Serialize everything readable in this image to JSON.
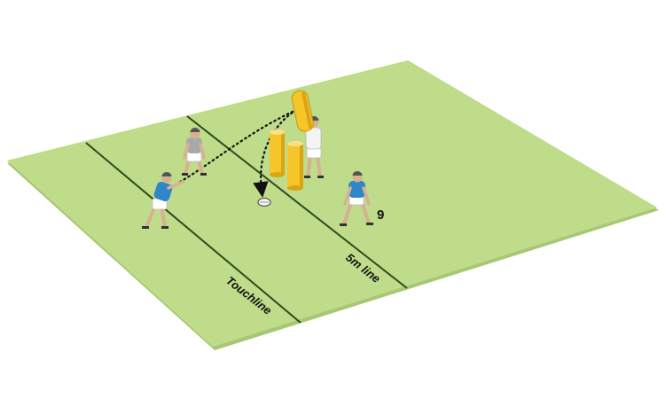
{
  "labels": {
    "touchline": "Touchline",
    "five_m_line": "5m line",
    "player_number": "9"
  },
  "colors": {
    "pitch": "#bfdc8a",
    "pitch_edge": "#a7c873",
    "line": "#2e4a1c",
    "blue_shirt": "#2f86c8",
    "grey_shirt": "#a9a9a9",
    "white_shirt": "#f4f4f4",
    "shorts": "#ffffff",
    "pad": "#f5c52a",
    "pad_shade": "#d9a514",
    "pass_path": "#111111"
  },
  "icons": [
    "tackle-shield-icon",
    "tackle-bag-icon",
    "rugby-ball-icon",
    "player-icon"
  ]
}
